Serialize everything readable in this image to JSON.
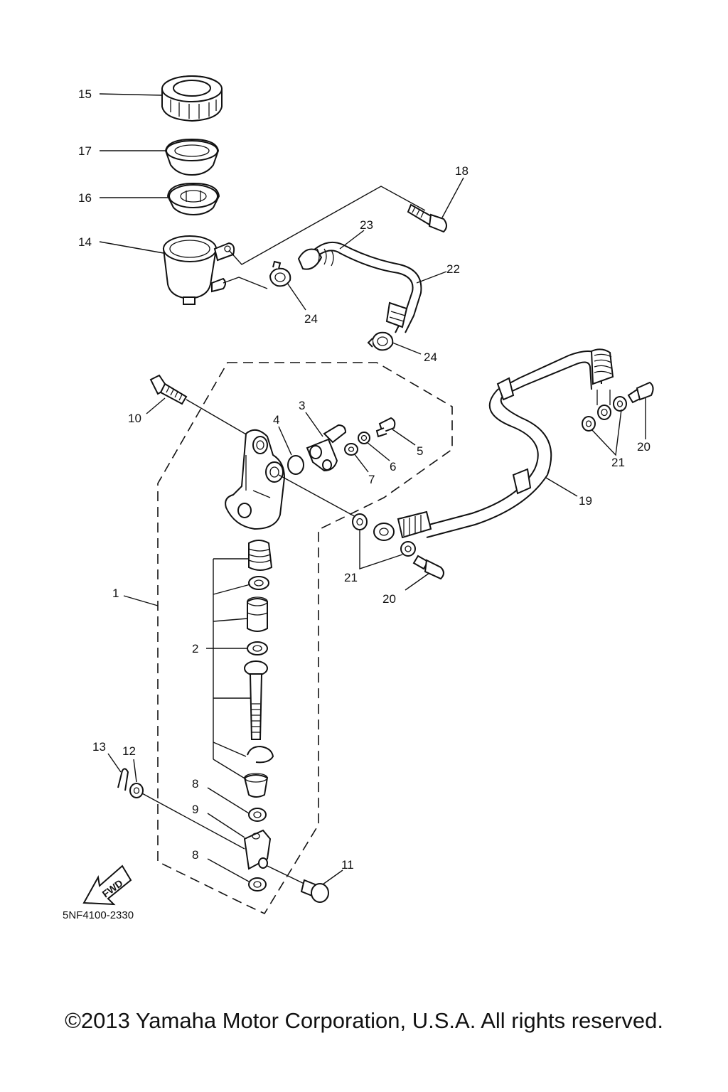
{
  "diagram": {
    "part_code": "5NF4100-2330",
    "fwd_label": "FWD",
    "copyright": "©2013 Yamaha Motor Corporation, U.S.A. All rights reserved.",
    "callouts": {
      "c1": "1",
      "c2": "2",
      "c3": "3",
      "c4": "4",
      "c5": "5",
      "c6": "6",
      "c7": "7",
      "c8a": "8",
      "c8b": "8",
      "c9": "9",
      "c10": "10",
      "c11": "11",
      "c12": "12",
      "c13": "13",
      "c14": "14",
      "c15": "15",
      "c16": "16",
      "c17": "17",
      "c18": "18",
      "c19": "19",
      "c20a": "20",
      "c20b": "20",
      "c21a": "21",
      "c21b": "21",
      "c22": "22",
      "c23": "23",
      "c24a": "24",
      "c24b": "24"
    }
  }
}
